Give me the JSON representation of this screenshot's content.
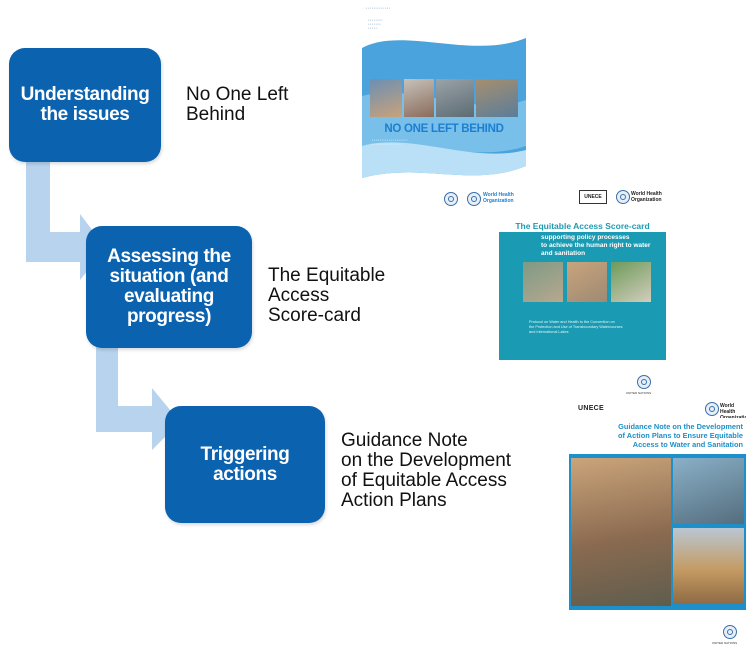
{
  "steps": [
    {
      "title": "Understanding\nthe issues",
      "description": "No One Left\nBehind"
    },
    {
      "title": "Assessing the\nsituation (and\nevaluating\nprogress)",
      "description": "The Equitable\nAccess\nScore-card"
    },
    {
      "title": "Triggering\nactions",
      "description": "Guidance Note\non the Development\nof Equitable Access\nAction Plans"
    }
  ],
  "covers": {
    "nolb": {
      "title": "NO ONE LEFT BEHIND",
      "logo_text": "World Health\nOrganization",
      "colors": {
        "wave": "#4aa3dc",
        "title": "#1d7fd1"
      }
    },
    "scorecard": {
      "header_logo": "UNECE",
      "header_who": "World Health\nOrganization",
      "title": "The Equitable Access Score-card",
      "subtitle": "supporting policy processes\nto achieve the human right to water\nand sanitation",
      "footer": "Protocol on Water and Health to the Convention on\nthe Protection and Use of Transboundary Watercourses\nand International Lakes",
      "logo_caption": "UNITED NATIONS",
      "colors": {
        "panel": "#1b9bb3",
        "title": "#1b9bb3"
      }
    },
    "guidance": {
      "header_logo": "UNECE",
      "header_who": "World Health\nOrganization",
      "title": "Guidance Note on the Development\nof Action Plans  to Ensure Equitable\nAccess to Water and Sanitation",
      "logo_caption": "UNITED NATIONS",
      "colors": {
        "panel": "#1d8fc9",
        "title": "#1d8fc9"
      }
    }
  },
  "colors": {
    "step_box": "#0b63b0",
    "arrow": "#b8d3ee"
  }
}
